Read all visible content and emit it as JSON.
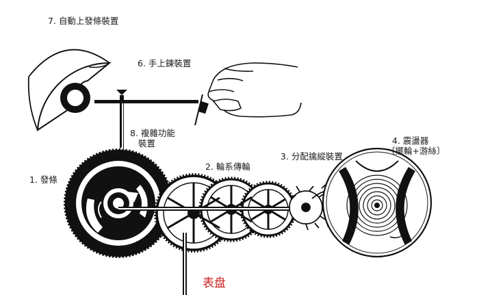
{
  "labels": {
    "auto_winding": "7. 自動上發條裝置",
    "manual_winding": "6. 手上鍊裝置",
    "complication_line1": "8. 複雜功能",
    "complication_line2": "裝置",
    "mainspring": "1. 發條",
    "gear_train": "2. 輪系傳輪",
    "escapement": "3. 分配擒縱裝置",
    "oscillator_line1": "4. 震盪器",
    "oscillator_line2": "〔擺輪+游絲〕",
    "dial": "表盘"
  },
  "colors": {
    "ink": "#111111",
    "dial_label": "#cc1f1f"
  },
  "icons": [
    "hand-icon",
    "winding-rotor-icon",
    "pointer-triangle-icon"
  ]
}
